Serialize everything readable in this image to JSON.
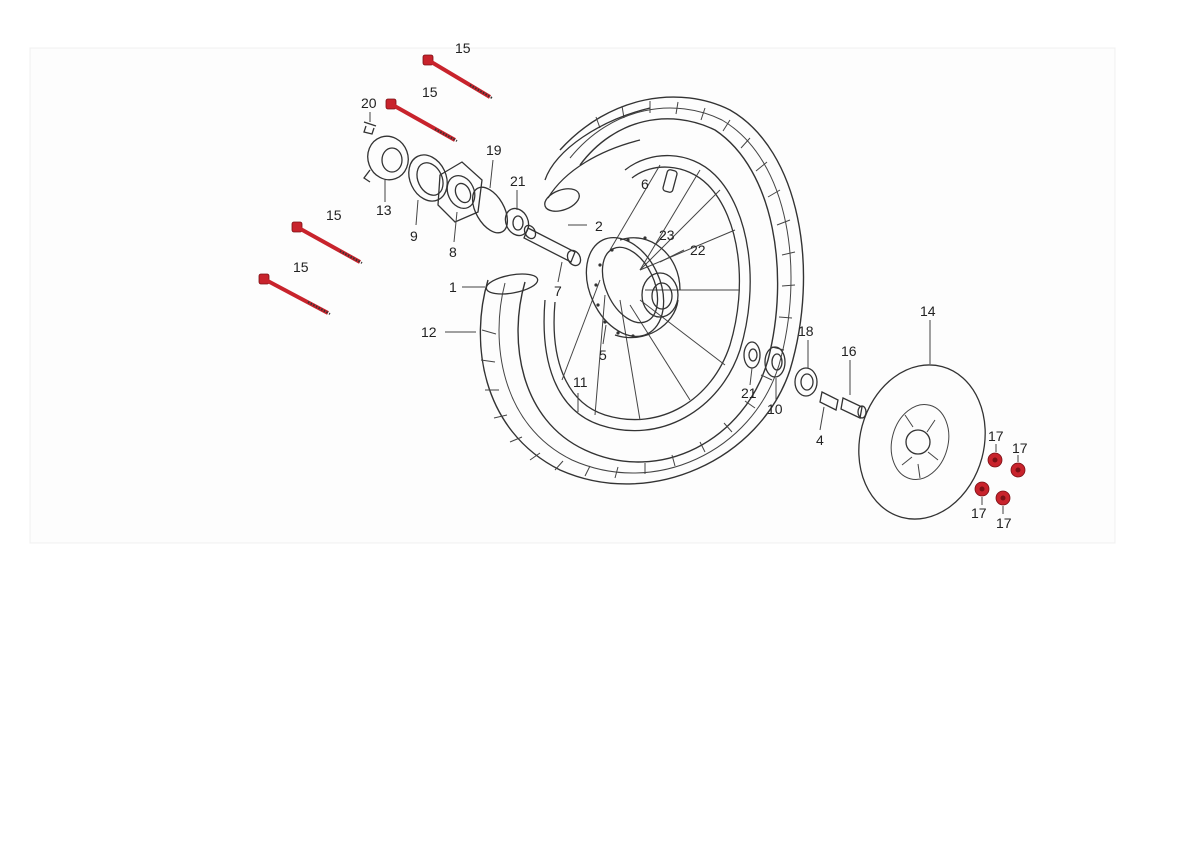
{
  "labels": {
    "l1": "1",
    "l2": "2",
    "l4": "4",
    "l5": "5",
    "l6": "6",
    "l7": "7",
    "l8": "8",
    "l9": "9",
    "l10": "10",
    "l11": "11",
    "l12": "12",
    "l13": "13",
    "l14": "14",
    "l15a": "15",
    "l15b": "15",
    "l15c": "15",
    "l15d": "15",
    "l16": "16",
    "l17a": "17",
    "l17b": "17",
    "l17c": "17",
    "l17d": "17",
    "l18": "18",
    "l19": "19",
    "l20": "20",
    "l21a": "21",
    "l21b": "21",
    "l22": "22",
    "l23": "23"
  },
  "colors": {
    "highlight": "#c8232c",
    "line": "#333333",
    "background": "#ffffff"
  }
}
